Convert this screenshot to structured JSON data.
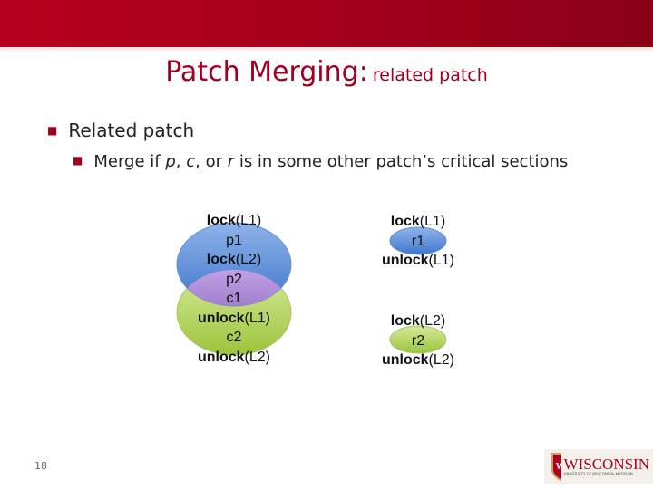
{
  "slide": {
    "title": "Patch Merging:",
    "subtitle": "related patch",
    "bullet1": "Related patch",
    "bullet2_pre": "Merge if ",
    "p": "p",
    "sep1": ", ",
    "c": "c",
    "sep2": ", or ",
    "r": "r",
    "bullet2_post": " is in some other patch’s critical sections",
    "page_number": "18"
  },
  "left_code": [
    {
      "kw": "lock",
      "arg": "(L1)"
    },
    {
      "kw": "",
      "arg": "p1"
    },
    {
      "kw": "lock",
      "arg": "(L2)"
    },
    {
      "kw": "",
      "arg": "p2"
    },
    {
      "kw": "",
      "arg": "c1"
    },
    {
      "kw": "unlock",
      "arg": "(L1)"
    },
    {
      "kw": "",
      "arg": "c2"
    },
    {
      "kw": "unlock",
      "arg": "(L2)"
    }
  ],
  "right_code_1": [
    {
      "kw": "lock",
      "arg": "(L1)"
    },
    {
      "kw": "",
      "arg": "r1"
    },
    {
      "kw": "unlock",
      "arg": "(L1)"
    }
  ],
  "right_code_2": [
    {
      "kw": "lock",
      "arg": "(L2)"
    },
    {
      "kw": "",
      "arg": "r2"
    },
    {
      "kw": "unlock",
      "arg": "(L2)"
    }
  ],
  "logo": {
    "name": "WISCONSIN",
    "tagline": "UNIVERSITY OF WISCONSIN–MADISON"
  },
  "colors": {
    "brand": "#a00020",
    "blue": "#5b8fd8",
    "green": "#b4d65a",
    "purple": "#9b72c8"
  }
}
